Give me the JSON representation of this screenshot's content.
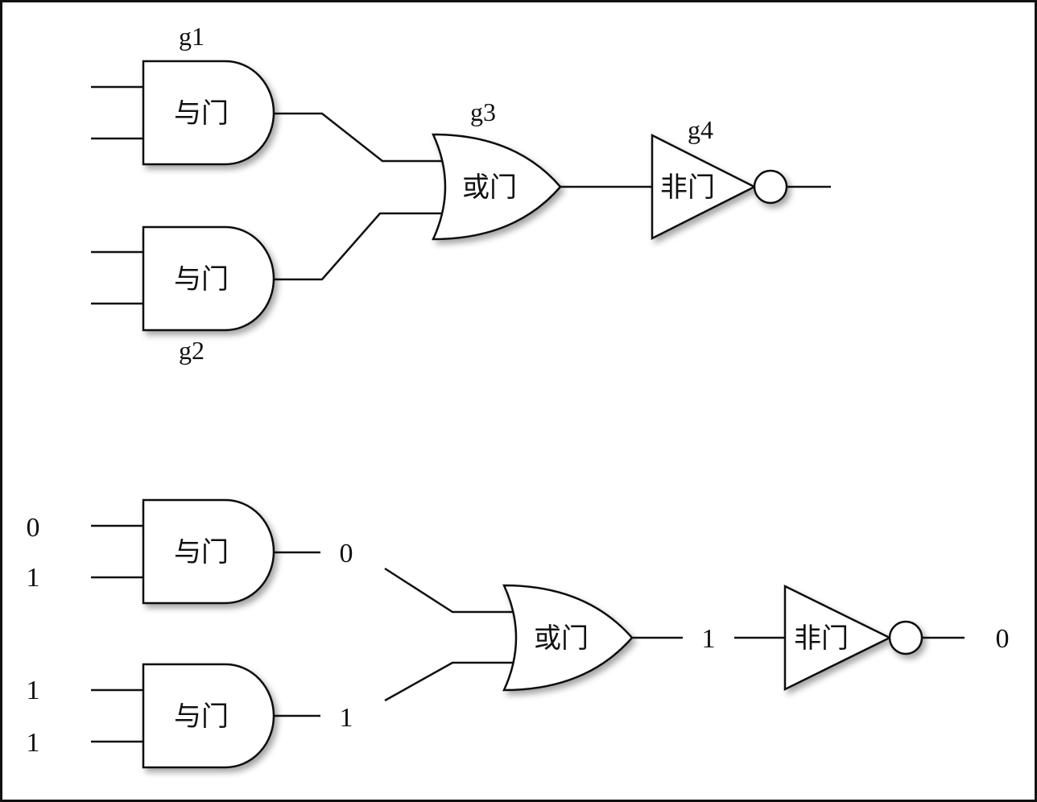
{
  "gate_labels": {
    "and": "与门",
    "or": "或门",
    "not": "非门"
  },
  "gate_names": {
    "g1": "g1",
    "g2": "g2",
    "g3": "g3",
    "g4": "g4"
  },
  "example": {
    "and1_inputs": [
      "0",
      "1"
    ],
    "and2_inputs": [
      "1",
      "1"
    ],
    "and1_output": "0",
    "and2_output": "1",
    "or_output": "1",
    "not_output": "0"
  }
}
